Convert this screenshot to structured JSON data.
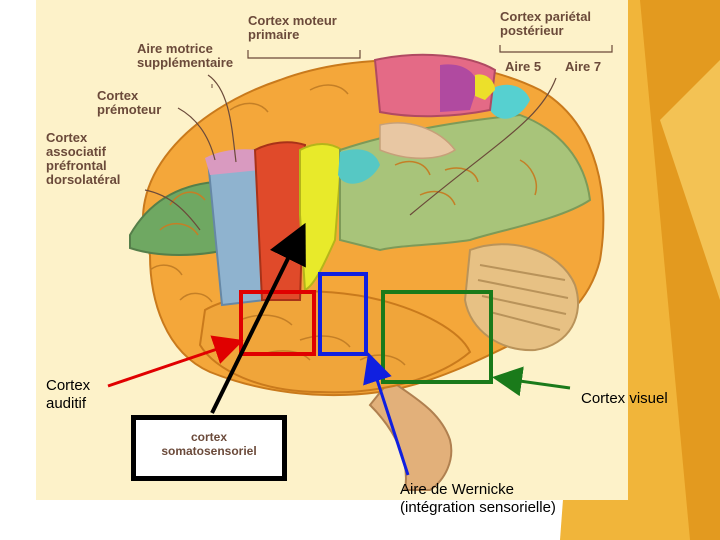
{
  "figure_labels": {
    "cortex_moteur_primaire": "Cortex moteur\nprimaire",
    "cortex_parietal_posterieur": "Cortex pariétal\npostérieur",
    "aire_motrice_supplementaire": "Aire motrice\nsupplémentaire",
    "cortex_premoteur": "Cortex\nprémoteur",
    "cortex_associatif_prefrontal": "Cortex\nassociatif\npréfrontal\ndorsolatéral",
    "aire_5": "Aire 5",
    "aire_7": "Aire 7",
    "cortex_somatosensoriel": "cortex\nsomatosensoriel"
  },
  "annotations": {
    "cortex_auditif": "Cortex\nauditif",
    "cortex_visuel": "Cortex visuel",
    "aire_wernicke": "Aire de Wernicke\n(intégration sensorielle)"
  },
  "colors": {
    "auditory_box": "#e00000",
    "wernicke_box": "#1020e0",
    "visual_box": "#1a7a1a",
    "somatosensory_box": "#000000",
    "accent_orange": "#e8a020"
  }
}
